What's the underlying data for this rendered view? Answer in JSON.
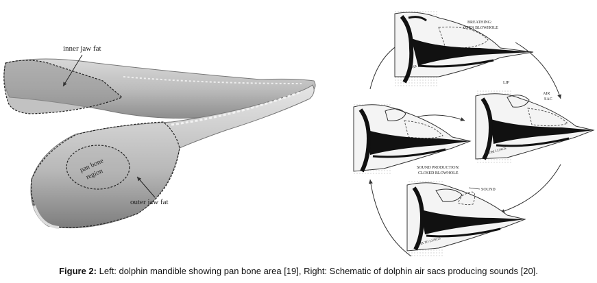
{
  "left_panel": {
    "inner_label": "inner jaw fat",
    "pan_label_line1": "pan bone",
    "pan_label_line2": "region",
    "outer_label": "outer jaw fat"
  },
  "right_panel": {
    "stage1_line1": "BREATHING:",
    "stage1_line2": "OPEN BLOWHOLE",
    "stage1_air": "AIR",
    "stage2_lip": "LIP",
    "stage2_air_line1": "AIR",
    "stage2_air_line2": "SAC",
    "stage2_from": "FROM LUNGS",
    "stage4_line1": "SOUND PRODUCTION:",
    "stage4_line2": "CLOSED BLOWHOLE",
    "stage4_sound": "SOUND",
    "stage4_air": "AIR TO LUNGS"
  },
  "caption": {
    "label": "Figure 2:",
    "text": " Left: dolphin mandible showing pan bone area [19], Right: Schematic of dolphin air sacs producing sounds [20]."
  }
}
